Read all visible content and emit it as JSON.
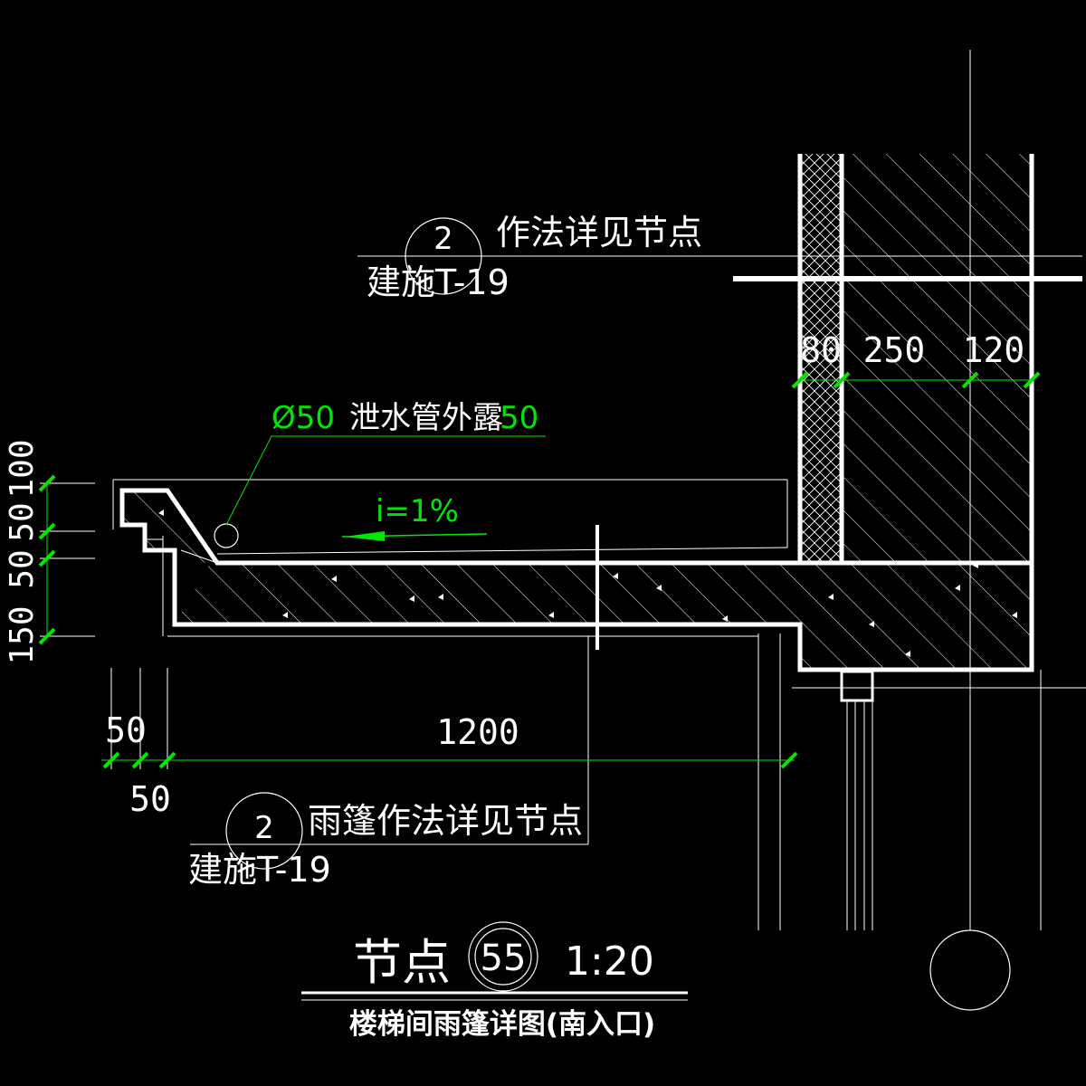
{
  "callout_top": {
    "detail_number": "2",
    "description": "作法详见节点",
    "sheet_ref": "建施T-19"
  },
  "callout_bottom": {
    "detail_number": "2",
    "description": "雨篷作法详见节点",
    "sheet_ref": "建施T-19"
  },
  "drain_pipe_note": {
    "diameter": "Ø50",
    "text": "泄水管外露",
    "exposed": "50"
  },
  "slope_note": "i=1%",
  "dimensions": {
    "wall_layers": [
      "80",
      "250",
      "120"
    ],
    "vertical": [
      "100",
      "50",
      "50",
      "150"
    ],
    "horizontal_top": [
      "50",
      "1200"
    ],
    "horizontal_bottom": "50"
  },
  "node_label": {
    "prefix": "节点",
    "number": "55",
    "scale": "1:20"
  },
  "drawing_title": "楼梯间雨篷详图(南入口)",
  "colors": {
    "background": "#000000",
    "outline": "#ffffff",
    "annotation": "#00e600"
  }
}
